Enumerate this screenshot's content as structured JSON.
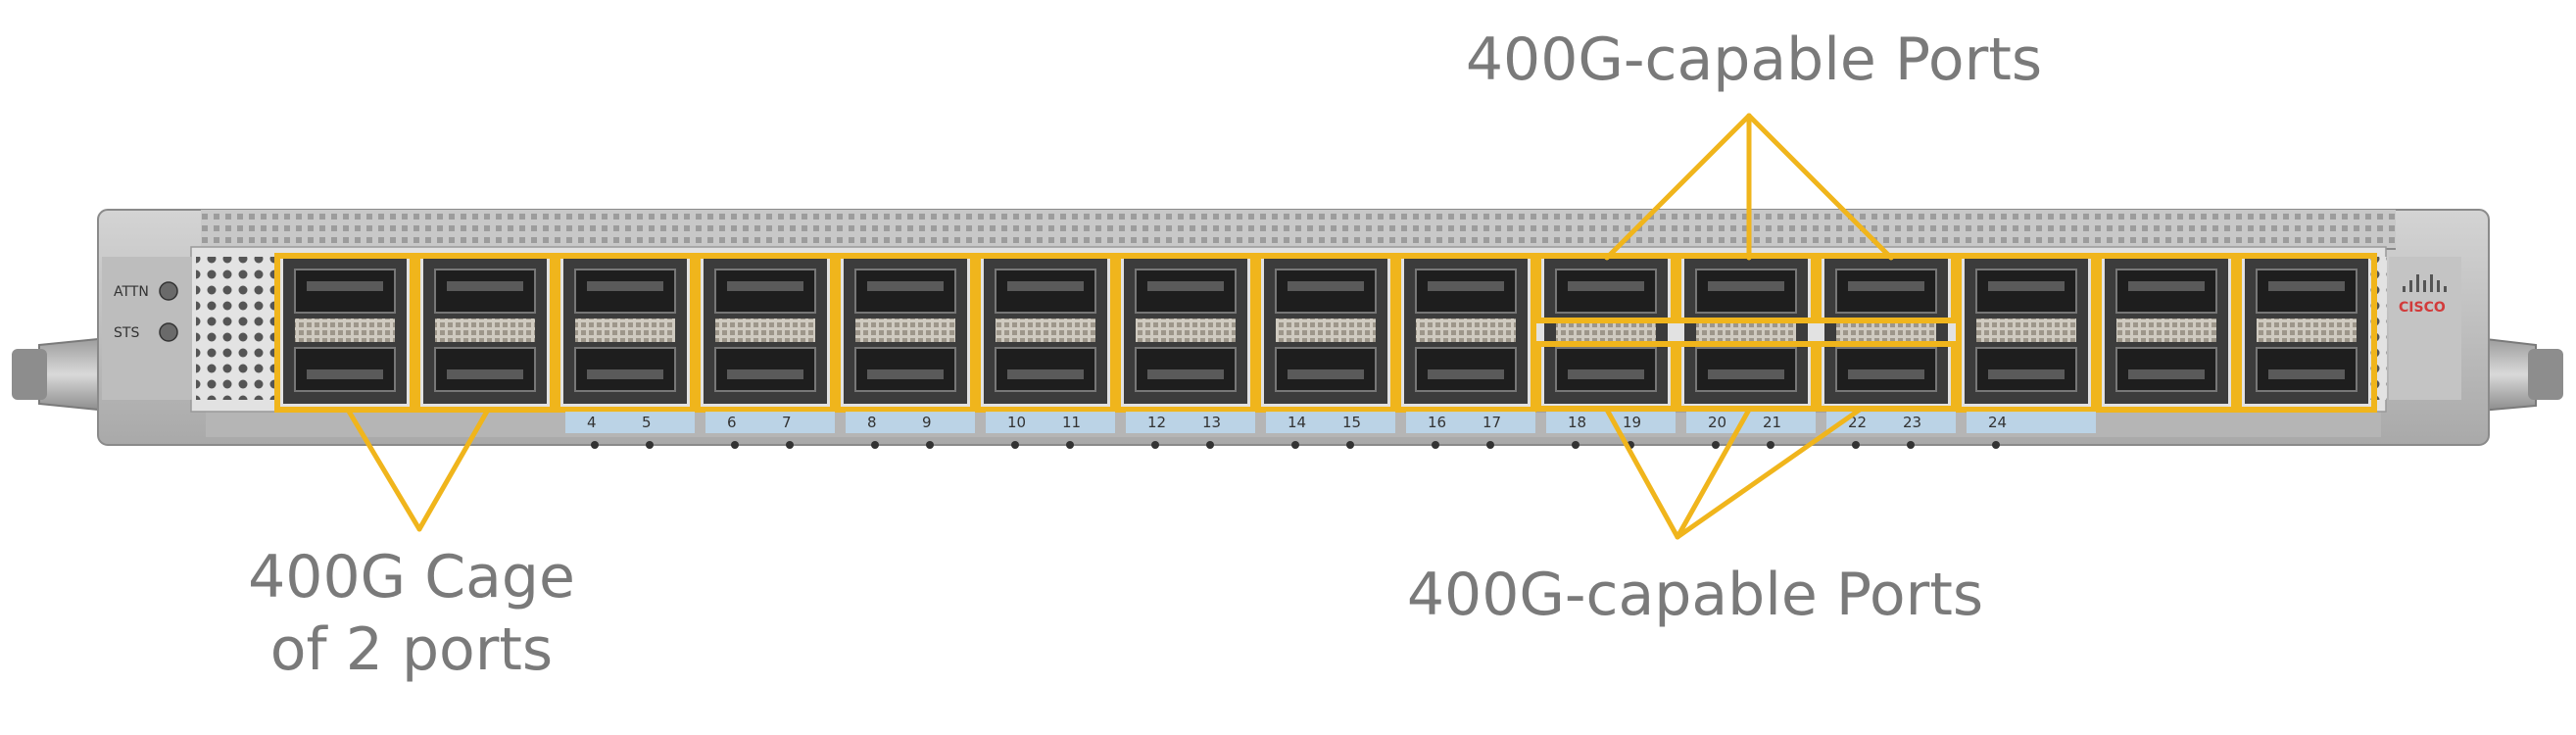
{
  "labels": {
    "top_callout": "400G-capable Ports",
    "bottom_callout": "400G-capable Ports",
    "left_callout_line1": "400G Cage",
    "left_callout_line2": "of 2 ports"
  },
  "device": {
    "leds": [
      "ATTN",
      "STS"
    ],
    "brand": "CISCO",
    "port_numbers": [
      "4",
      "5",
      "6",
      "7",
      "8",
      "9",
      "10",
      "11",
      "12",
      "13",
      "14",
      "15",
      "16",
      "17",
      "18",
      "19",
      "20",
      "21",
      "22",
      "23",
      "24"
    ],
    "cage_count": 15,
    "split_port_cages": [
      9,
      10,
      11
    ]
  },
  "colors": {
    "highlight": "#f0b51c",
    "callout_text": "#7a7a7a",
    "chassis": "#c9c9c9",
    "faceplate": "#e2e2e2",
    "port_label_strip": "#bcd8ee"
  }
}
